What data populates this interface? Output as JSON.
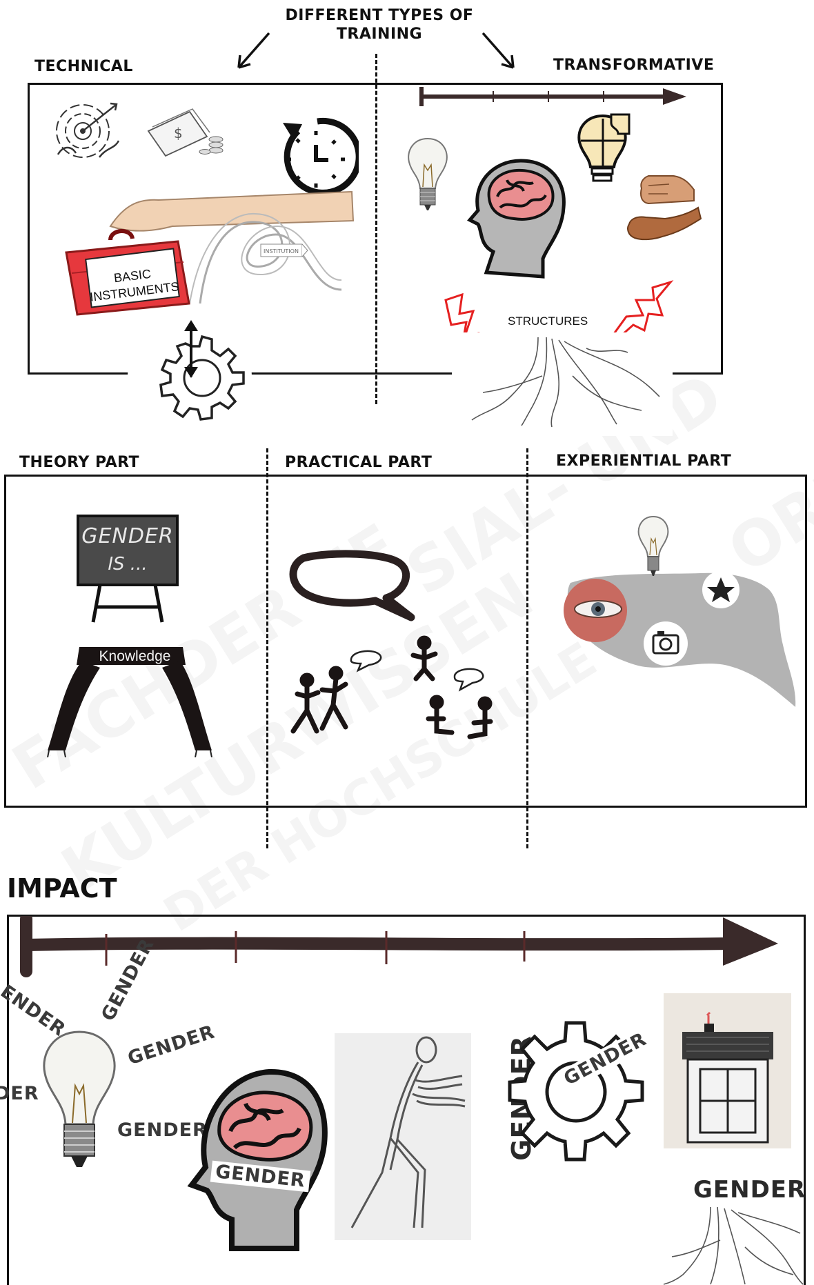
{
  "title_line1": "DIFFERENT TYPES OF",
  "title_line2": "TRAINING",
  "technical": {
    "heading": "TECHNICAL",
    "case_label_1": "BASIC",
    "case_label_2": "INSTRUMENTS",
    "sign_label": "INSTITUTION",
    "icons": [
      "target-hands-icon",
      "money-icon",
      "clock-icon",
      "suitcase-icon",
      "road-icon",
      "gear-arrow-icon"
    ]
  },
  "transformative": {
    "heading": "TRANSFORMATIVE",
    "structures_label": "STRUCTURES",
    "icons": [
      "lightbulb-icon",
      "head-brain-icon",
      "puzzle-bulb-icon",
      "fist-bump-icon",
      "lightning-icon",
      "roots-icon"
    ]
  },
  "parts": {
    "theory": {
      "heading": "THEORY PART",
      "board_line1": "GENDER",
      "board_line2": "IS ...",
      "bridge_label": "Knowledge"
    },
    "practical": {
      "heading": "PRACTICAL PART"
    },
    "experiential": {
      "heading": "EXPERIENTIAL PART"
    }
  },
  "impact": {
    "heading": "IMPACT",
    "gender_label": "GENDER",
    "gender_partial_1": "ENDER",
    "gender_partial_2": "DER"
  },
  "watermark": {
    "line1": "SIAL- UND",
    "line2": "FACHDER HE",
    "line3": "KULTURWISSEN",
    "line4": "DER HOCHSCHULE",
    "line5": "ORF"
  }
}
